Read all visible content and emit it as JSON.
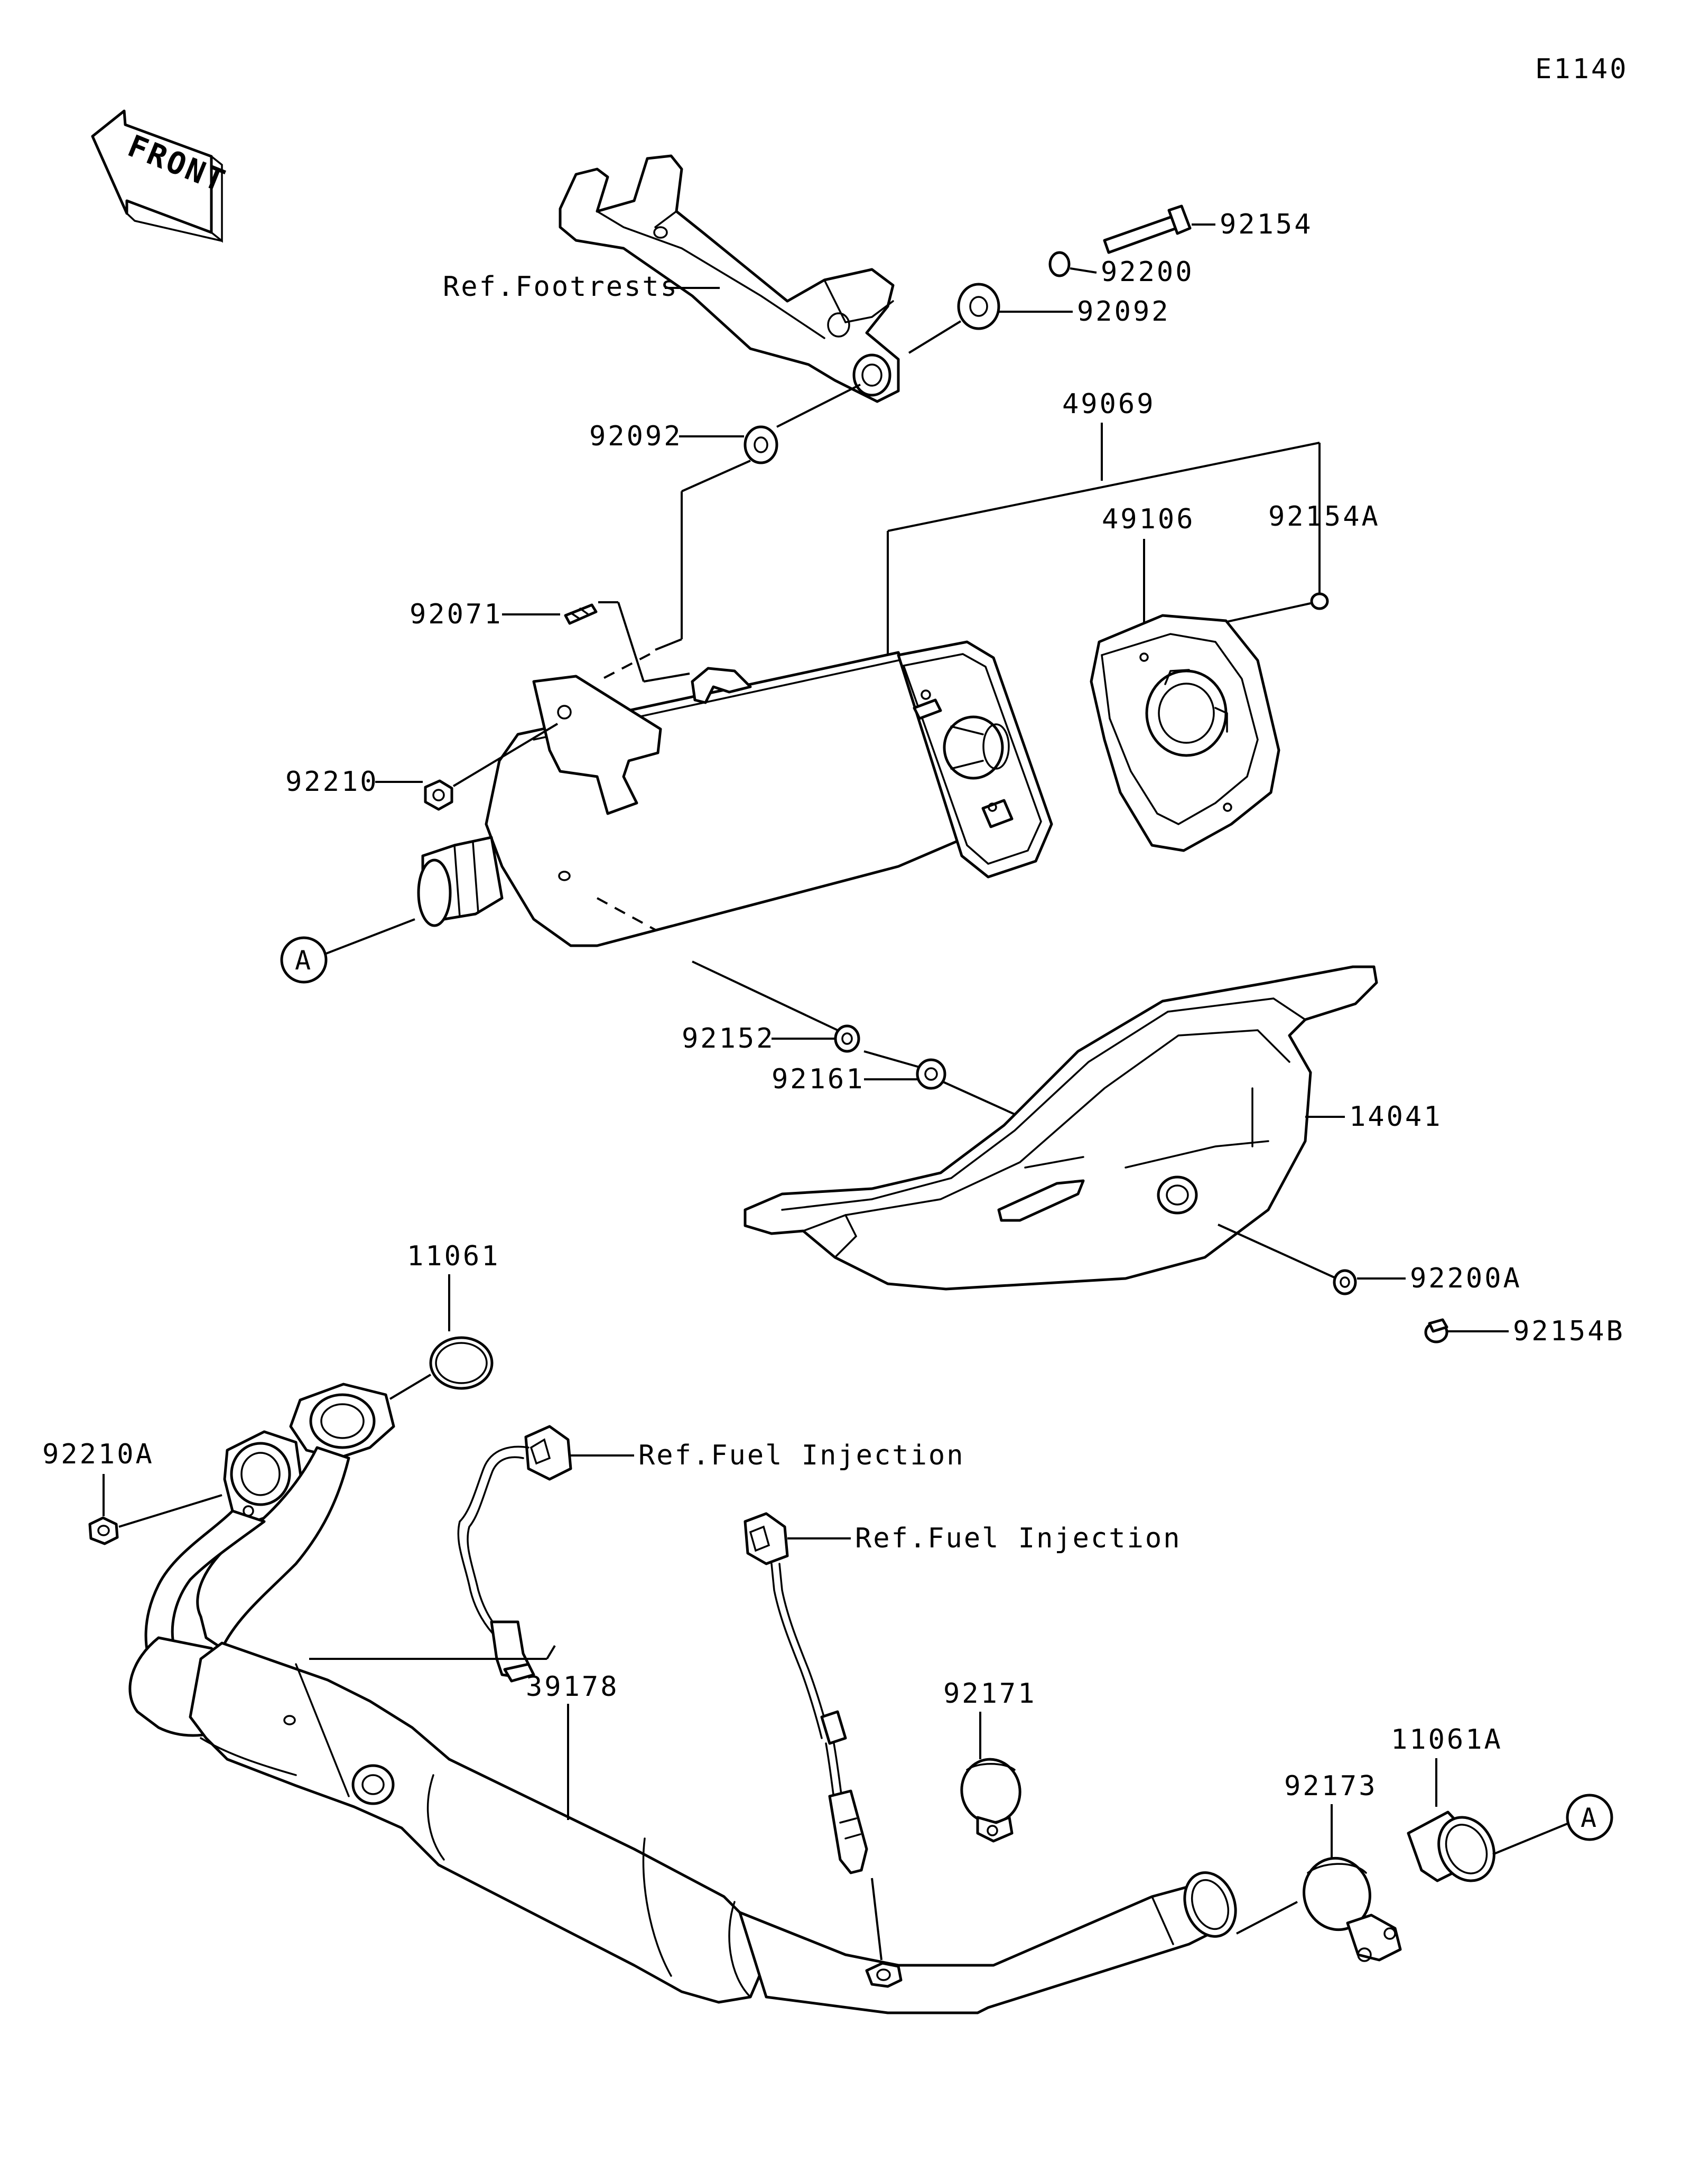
{
  "diagram_code": "E1140",
  "front_label": "FRONT",
  "circle_ref": "A",
  "refs": {
    "footrests": "Ref.Footrests",
    "fuel_injection": "Ref.Fuel Injection"
  },
  "parts": {
    "p92154": "92154",
    "p92200": "92200",
    "p92092_upper": "92092",
    "p92092_lower": "92092",
    "p49069": "49069",
    "p49106": "49106",
    "p92154A": "92154A",
    "p92071": "92071",
    "p92210": "92210",
    "p92152": "92152",
    "p92161": "92161",
    "p14041": "14041",
    "p92200A": "92200A",
    "p92154B": "92154B",
    "p11061": "11061",
    "p92210A": "92210A",
    "p39178": "39178",
    "p92171": "92171",
    "p92173": "92173",
    "p11061A": "11061A"
  }
}
